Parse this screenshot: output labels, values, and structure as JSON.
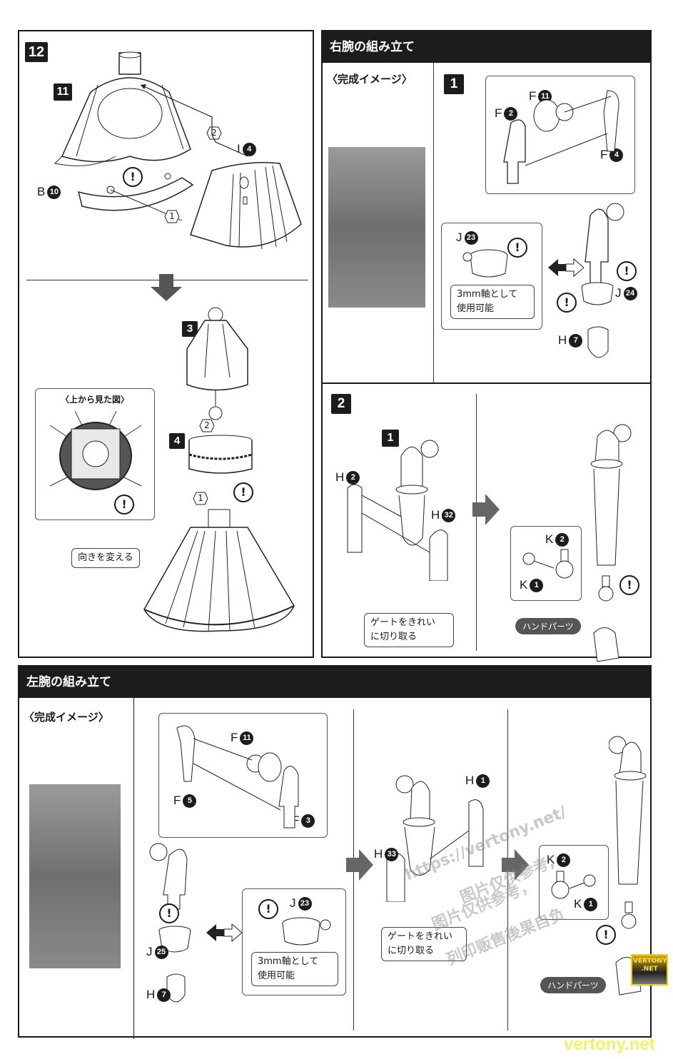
{
  "step12": {
    "badge": "12",
    "sub_badges": [
      "11",
      "3",
      "4"
    ],
    "parts": {
      "i4": {
        "letter": "I",
        "num": "4"
      },
      "b10": {
        "letter": "B",
        "num": "10"
      }
    },
    "order_marks": [
      "1",
      "2"
    ],
    "top_view_label": "〈上から見た図〉",
    "rotate_note": "向きを変える",
    "warn_symbol": "!"
  },
  "right_arm": {
    "title": "右腕の組み立て",
    "complete_image_label": "〈完成イメージ〉",
    "step1": {
      "badge": "1",
      "parts": {
        "f11": {
          "letter": "F",
          "num": "11"
        },
        "f2": {
          "letter": "F",
          "num": "2"
        },
        "f4": {
          "letter": "F",
          "num": "4"
        },
        "j23": {
          "letter": "J",
          "num": "23"
        },
        "j24": {
          "letter": "J",
          "num": "24"
        },
        "h7": {
          "letter": "H",
          "num": "7"
        }
      },
      "shaft_note_line1": "3mm軸として",
      "shaft_note_line2": "使用可能"
    },
    "step2": {
      "badge": "2",
      "sub_badge": "1",
      "parts": {
        "h2": {
          "letter": "H",
          "num": "2"
        },
        "h32": {
          "letter": "H",
          "num": "32"
        },
        "k2": {
          "letter": "K",
          "num": "2"
        },
        "k1": {
          "letter": "K",
          "num": "1"
        }
      },
      "gate_note_line1": "ゲートをきれい",
      "gate_note_line2": "に切り取る",
      "hand_parts_label": "ハンドパーツ"
    }
  },
  "left_arm": {
    "title": "左腕の組み立て",
    "complete_image_label": "〈完成イメージ〉",
    "parts": {
      "f11": {
        "letter": "F",
        "num": "11"
      },
      "f5": {
        "letter": "F",
        "num": "5"
      },
      "f3": {
        "letter": "F",
        "num": "3"
      },
      "j23": {
        "letter": "J",
        "num": "23"
      },
      "j25": {
        "letter": "J",
        "num": "25"
      },
      "h7": {
        "letter": "H",
        "num": "7"
      },
      "h1": {
        "letter": "H",
        "num": "1"
      },
      "h33": {
        "letter": "H",
        "num": "33"
      },
      "k2": {
        "letter": "K",
        "num": "2"
      },
      "k1": {
        "letter": "K",
        "num": "1"
      }
    },
    "shaft_note_line1": "3mm軸として",
    "shaft_note_line2": "使用可能",
    "gate_note_line1": "ゲートをきれい",
    "gate_note_line2": "に切り取る",
    "hand_parts_label": "ハンドパーツ"
  },
  "watermarks": {
    "url": "https://vertony.net/",
    "cn_line1": "图片仅供参考,",
    "cn_line2": "图片仅供参考，",
    "cn_line3": "列印贩售後果自负",
    "logo_line1": "VERTONY",
    "logo_line2": ".NET",
    "footer": "vertony.net"
  }
}
